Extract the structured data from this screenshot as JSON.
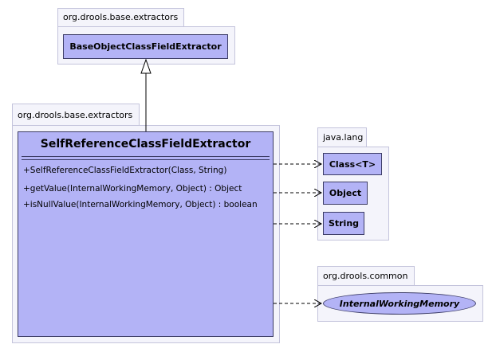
{
  "packages": {
    "top": {
      "label": "org.drools.base.extractors",
      "class_name": "BaseObjectClassFieldExtractor"
    },
    "main": {
      "label": "org.drools.base.extractors"
    },
    "java_lang": {
      "label": "java.lang",
      "classes": [
        "Class<T>",
        "Object",
        "String"
      ]
    },
    "drools_common": {
      "label": "org.drools.common",
      "interface_name": "InternalWorkingMemory"
    }
  },
  "main_class": {
    "name": "SelfReferenceClassFieldExtractor",
    "constructors": [
      "+SelfReferenceClassFieldExtractor(Class, String)"
    ],
    "methods": [
      "+getValue(InternalWorkingMemory, Object) : Object",
      "+isNullValue(InternalWorkingMemory, Object) : boolean"
    ]
  },
  "colors": {
    "class_fill": "#b3b3f6",
    "package_fill": "#f4f4fb",
    "package_border": "#c4c4dc",
    "class_border": "#3c3c66"
  }
}
